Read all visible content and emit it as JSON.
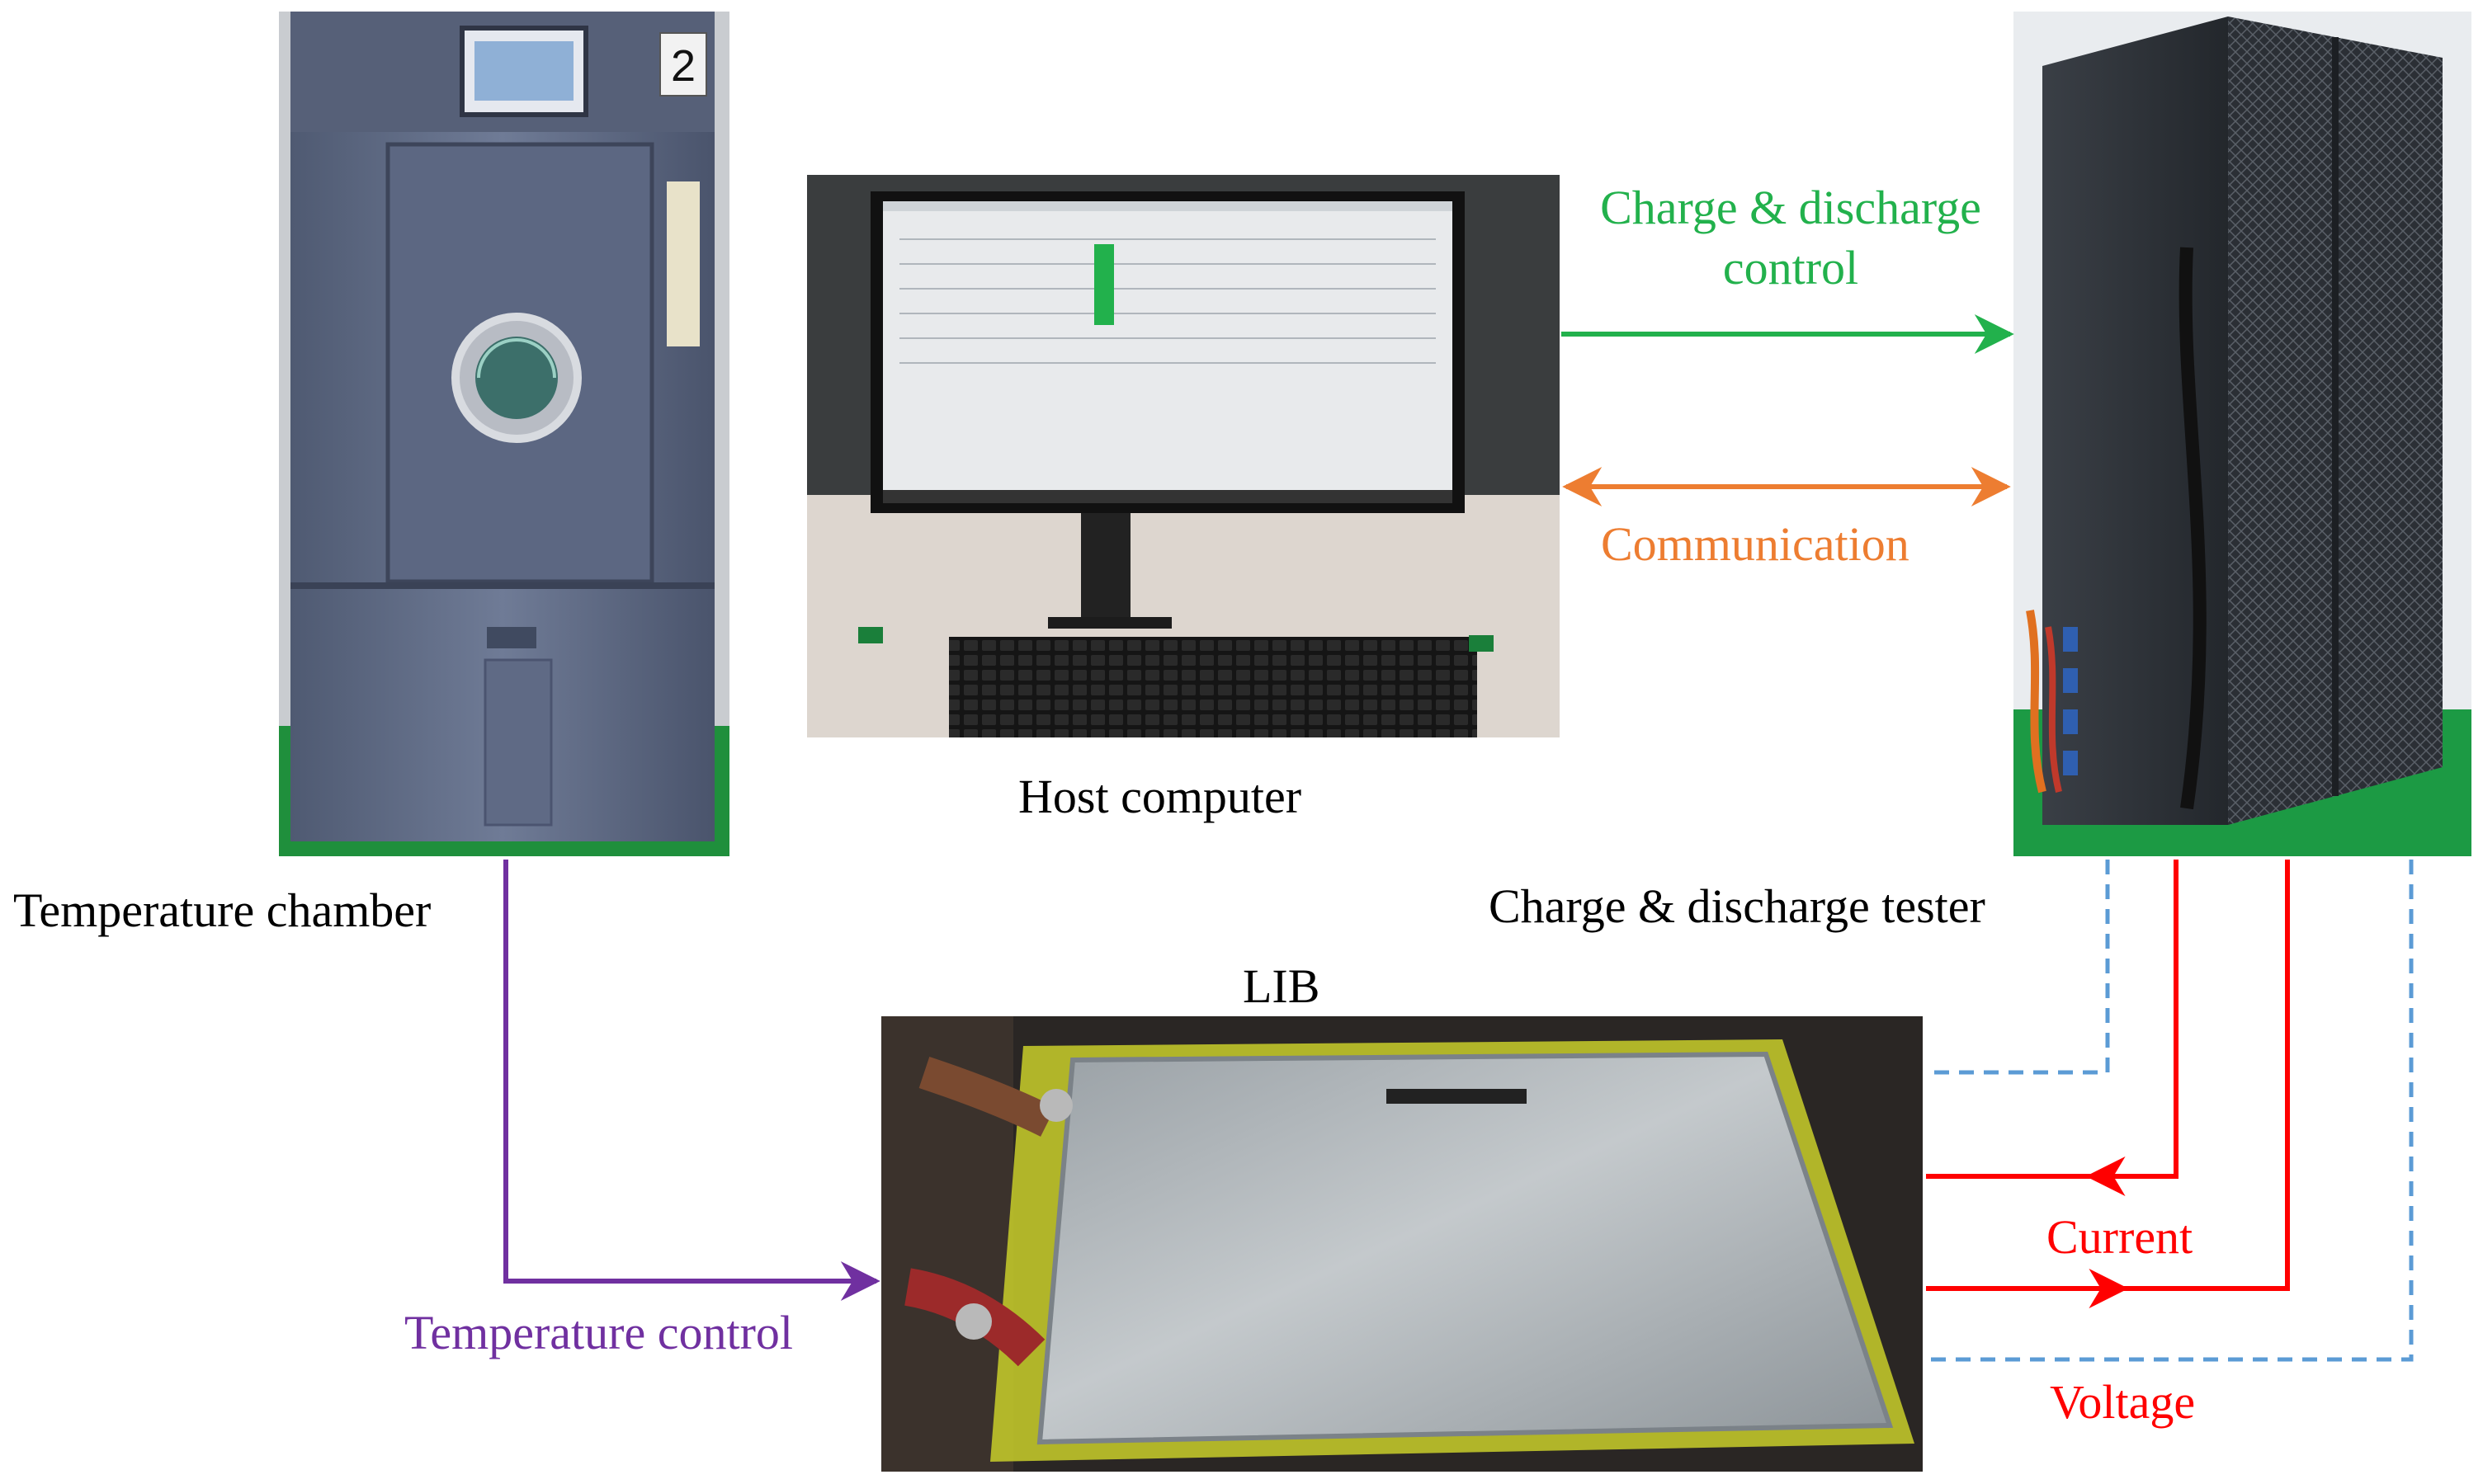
{
  "devices": {
    "chamber": {
      "label": "Temperature chamber",
      "number_plate": "2"
    },
    "host": {
      "label": "Host computer"
    },
    "tester": {
      "label": "Charge & discharge tester"
    },
    "battery": {
      "label": "LIB"
    }
  },
  "links": {
    "charge_control": {
      "line1": "Charge & discharge",
      "line2": "control"
    },
    "communication": {
      "label": "Communication"
    },
    "temperature_control": {
      "label": "Temperature control"
    },
    "current": {
      "label": "Current"
    },
    "voltage": {
      "label": "Voltage"
    }
  },
  "colors": {
    "control": "#22b14c",
    "communication": "#ed7d31",
    "temperature": "#7030a0",
    "current": "#ff0000",
    "voltage": "#5b9bd5"
  }
}
